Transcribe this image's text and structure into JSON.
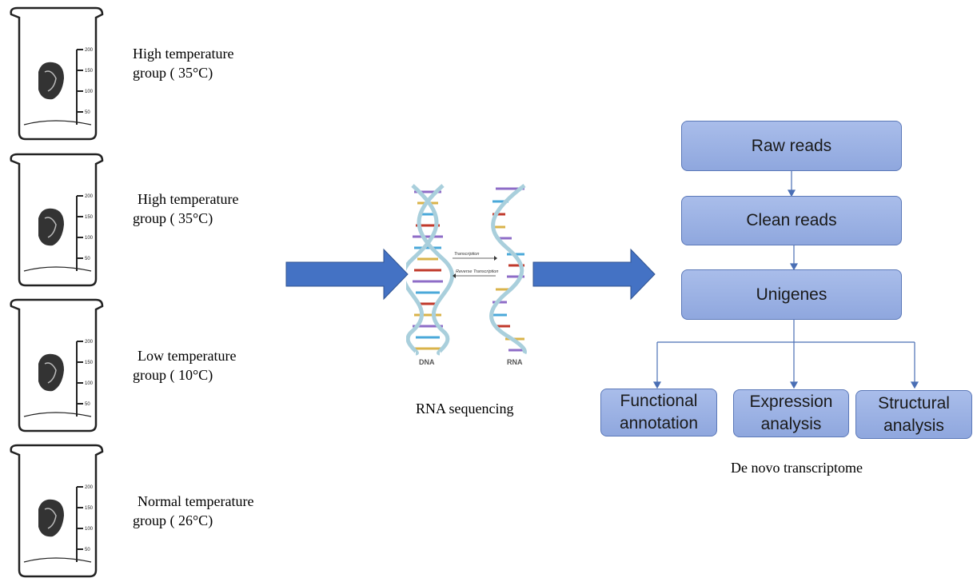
{
  "groups": [
    {
      "line1": "High temperature",
      "line2": "group ( 35°C)"
    },
    {
      "line1": "High temperature",
      "line2": "group ( 35°C)"
    },
    {
      "line1": "Low temperature",
      "line2": "group ( 10°C)"
    },
    {
      "line1": "Normal temperature",
      "line2": "group ( 26°C)"
    }
  ],
  "beaker_scale": [
    "200",
    "150",
    "100",
    "50"
  ],
  "dna": {
    "left_label": "DNA",
    "right_label": "RNA",
    "forward": "Transcription",
    "reverse": "Reverse Transcription",
    "caption": "RNA sequencing"
  },
  "pipeline": {
    "raw": "Raw reads",
    "clean": "Clean reads",
    "unigenes": "Unigenes",
    "functional": [
      "Functional",
      "annotation"
    ],
    "expression": [
      "Expression",
      "analysis"
    ],
    "structural": [
      "Structural",
      "analysis"
    ],
    "caption": "De novo transcriptome"
  },
  "colors": {
    "arrow": "#4472c4",
    "box_fill": "#9db2e4",
    "box_border": "#5b78b8",
    "connector": "#4a6fb5"
  }
}
